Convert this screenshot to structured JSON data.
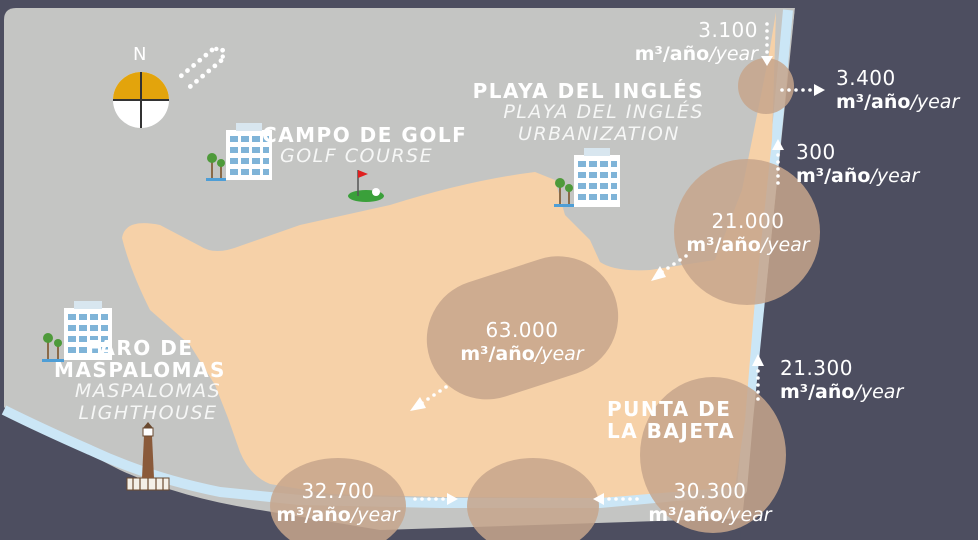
{
  "colors": {
    "background": "#4d4e60",
    "land": "#c4c5c3",
    "sand": "#f6d1a8",
    "water": "#cbe6f6",
    "flow_circle": "#c7a68c",
    "compass_accent": "#e3a40c",
    "text": "#ffffff"
  },
  "compass": {
    "label": "N",
    "icon": "compass-rose-icon"
  },
  "places": {
    "playa_del_ingles": {
      "name": "PLAYA DEL INGLÉS",
      "sub1": "PLAYA DEL INGLÉS",
      "sub2": "URBANIZATION"
    },
    "campo_de_golf": {
      "name": "CAMPO DE GOLF",
      "sub": "GOLF COURSE"
    },
    "faro": {
      "name1": "FARO DE",
      "name2": "MASPALOMAS",
      "sub1": "MASPALOMAS",
      "sub2": "LIGHTHOUSE"
    },
    "punta": {
      "name1": "PUNTA DE",
      "name2": "LA BAJETA"
    }
  },
  "flows": [
    {
      "id": "f3100",
      "value": "3.100",
      "unit": "m³/año",
      "year": "/year"
    },
    {
      "id": "f3400",
      "value": "3.400",
      "unit": "m³/año",
      "year": "/year"
    },
    {
      "id": "f300",
      "value": "300",
      "unit": "m³/año",
      "year": "/year"
    },
    {
      "id": "f21000",
      "value": "21.000",
      "unit": "m³/año",
      "year": "/year"
    },
    {
      "id": "f63000",
      "value": "63.000",
      "unit": "m³/año",
      "year": "/year"
    },
    {
      "id": "f21300",
      "value": "21.300",
      "unit": "m³/año",
      "year": "/year"
    },
    {
      "id": "f32700",
      "value": "32.700",
      "unit": "m³/año",
      "year": "/year"
    },
    {
      "id": "f30300",
      "value": "30.300",
      "unit": "m³/año",
      "year": "/year"
    }
  ],
  "icons": [
    "hotel-icon",
    "palm-tree-icon",
    "golf-flag-icon",
    "lighthouse-icon",
    "wind-arrow-icon",
    "sediment-flow-arrow-icon"
  ]
}
